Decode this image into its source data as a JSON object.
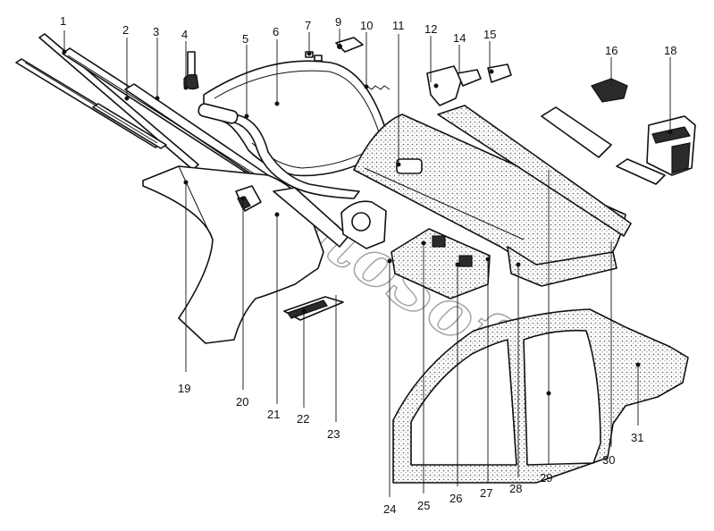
{
  "diagram": {
    "watermark": "AutoSoft",
    "callouts": [
      {
        "id": "1",
        "label": "1"
      },
      {
        "id": "2",
        "label": "2"
      },
      {
        "id": "3",
        "label": "3"
      },
      {
        "id": "4",
        "label": "4"
      },
      {
        "id": "5",
        "label": "5"
      },
      {
        "id": "6",
        "label": "6"
      },
      {
        "id": "7",
        "label": "7"
      },
      {
        "id": "9",
        "label": "9"
      },
      {
        "id": "10",
        "label": "10"
      },
      {
        "id": "11",
        "label": "11"
      },
      {
        "id": "12",
        "label": "12"
      },
      {
        "id": "14",
        "label": "14"
      },
      {
        "id": "15",
        "label": "15"
      },
      {
        "id": "16",
        "label": "16"
      },
      {
        "id": "18",
        "label": "18"
      },
      {
        "id": "19",
        "label": "19"
      },
      {
        "id": "20",
        "label": "20"
      },
      {
        "id": "21",
        "label": "21"
      },
      {
        "id": "22",
        "label": "22"
      },
      {
        "id": "23",
        "label": "23"
      },
      {
        "id": "24",
        "label": "24"
      },
      {
        "id": "25",
        "label": "25"
      },
      {
        "id": "26",
        "label": "26"
      },
      {
        "id": "27",
        "label": "27"
      },
      {
        "id": "28",
        "label": "28"
      },
      {
        "id": "29",
        "label": "29"
      },
      {
        "id": "30",
        "label": "30"
      },
      {
        "id": "31",
        "label": "31"
      }
    ]
  }
}
